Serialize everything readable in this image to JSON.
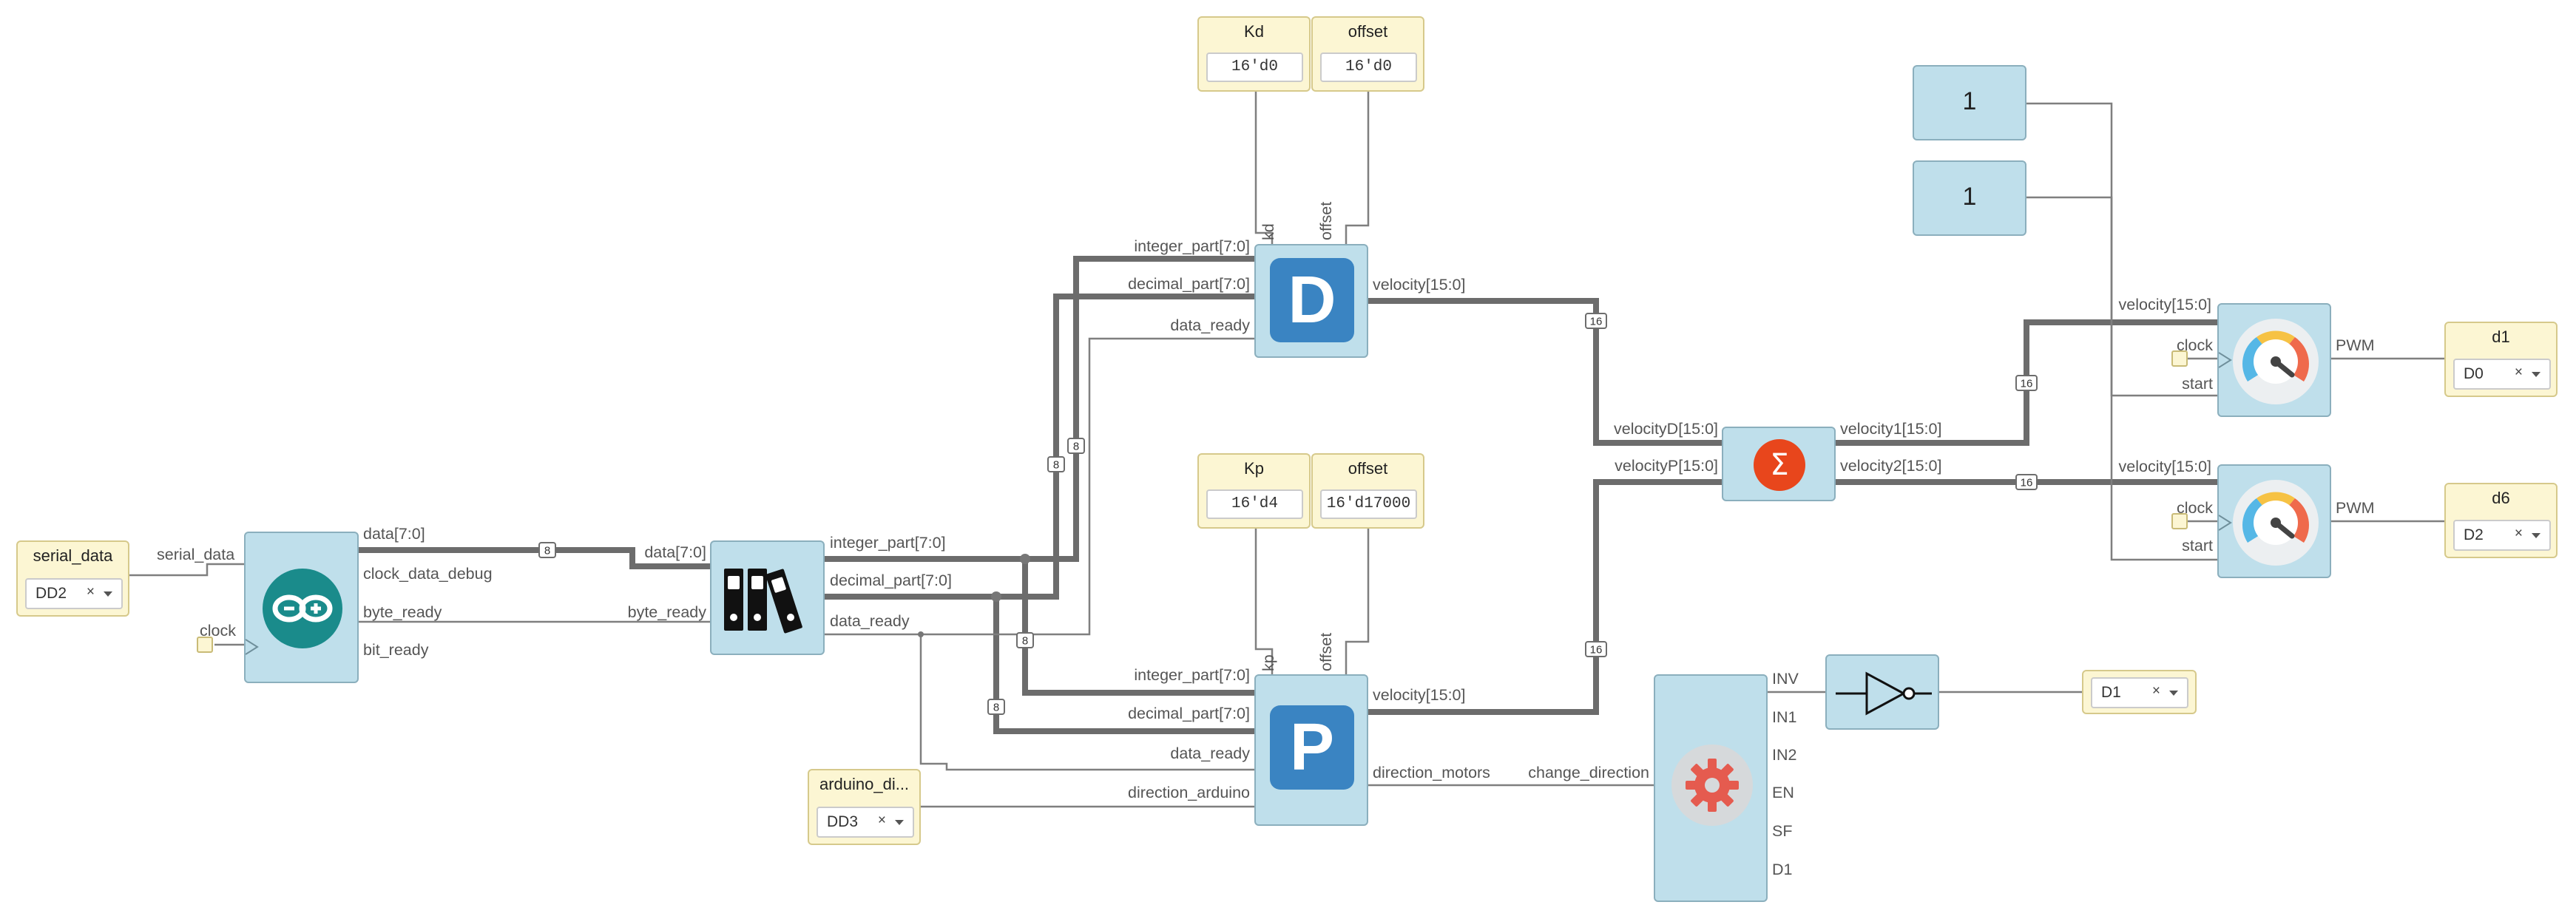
{
  "inputs": {
    "serial_data": {
      "title": "serial_data",
      "value": "DD2"
    },
    "arduino_direction": {
      "title": "arduino_di...",
      "value": "DD3"
    }
  },
  "params": {
    "kd": {
      "title": "Kd",
      "value": "16'd0"
    },
    "offset_d": {
      "title": "offset",
      "value": "16'd0"
    },
    "kp": {
      "title": "Kp",
      "value": "16'd4"
    },
    "offset_p": {
      "title": "offset",
      "value": "16'd17000"
    }
  },
  "constants": {
    "c1": "1",
    "c2": "1"
  },
  "outputs": {
    "d1": {
      "title": "d1",
      "value": "D0"
    },
    "d6": {
      "title": "d6",
      "value": "D2"
    },
    "d1_pin": {
      "value": "D1"
    }
  },
  "select_clear": "×",
  "ports": {
    "uart": {
      "in_serial": "serial_data",
      "in_clock": "clock",
      "out_data": "data[7:0]",
      "out_clock_debug": "clock_data_debug",
      "out_byte_ready": "byte_ready",
      "out_bit_ready": "bit_ready"
    },
    "parser": {
      "in_data": "data[7:0]",
      "in_byte_ready": "byte_ready",
      "out_integer": "integer_part[7:0]",
      "out_decimal": "decimal_part[7:0]",
      "out_data_ready": "data_ready"
    },
    "d_block": {
      "in_kd": "kd",
      "in_offset": "offset",
      "in_integer": "integer_part[7:0]",
      "in_decimal": "decimal_part[7:0]",
      "in_data_ready": "data_ready",
      "out_velocity": "velocity[15:0]"
    },
    "p_block": {
      "in_kp": "kp",
      "in_offset": "offset",
      "in_integer": "integer_part[7:0]",
      "in_decimal": "decimal_part[7:0]",
      "in_data_ready": "data_ready",
      "in_direction": "direction_arduino",
      "out_velocity": "velocity[15:0]",
      "out_direction": "direction_motors"
    },
    "sum": {
      "in_d": "velocityD[15:0]",
      "in_p": "velocityP[15:0]",
      "out_1": "velocity1[15:0]",
      "out_2": "velocity2[15:0]"
    },
    "pwm1": {
      "in_velocity": "velocity[15:0]",
      "in_clock": "clock",
      "in_start": "start",
      "out_pwm": "PWM"
    },
    "pwm2": {
      "in_velocity": "velocity[15:0]",
      "in_clock": "clock",
      "in_start": "start",
      "out_pwm": "PWM"
    },
    "driver": {
      "in_change": "change_direction",
      "out_inv": "INV",
      "out_in1": "IN1",
      "out_in2": "IN2",
      "out_en": "EN",
      "out_sf": "SF",
      "out_d1": "D1"
    }
  },
  "bus_widths": {
    "uart_data": "8",
    "d_integer": "8",
    "d_decimal": "8",
    "p_integer": "8",
    "p_decimal": "8",
    "d_velocity": "16",
    "p_velocity": "16",
    "velocity1": "16",
    "velocity2": "16"
  },
  "colors": {
    "block_fill": "#bfdfeb",
    "io_fill": "#fcf6d3",
    "d_badge": "#3a84c2",
    "sum_badge": "#e8461c",
    "gear": "#e55b4f"
  }
}
